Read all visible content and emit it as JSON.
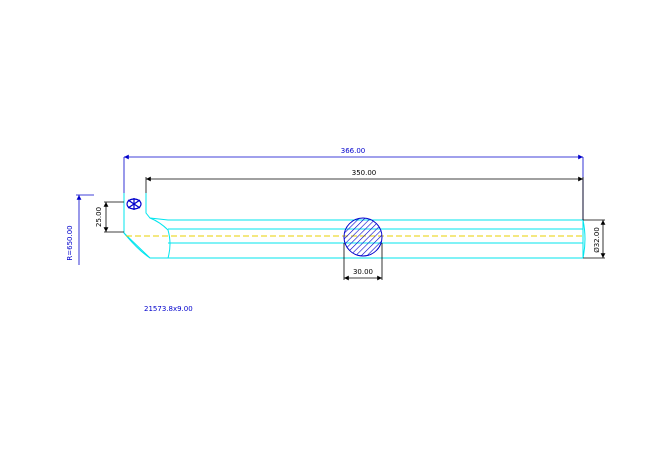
{
  "drawing": {
    "dimensions": {
      "overall_length": "366.00",
      "inner_length": "350.00",
      "section_width": "30.00",
      "end_height": "25.00",
      "diameter": "Ø32.00",
      "bend_radius": "R=650.00"
    },
    "part_number": "21573.8x9.00",
    "colors": {
      "outline": "#00e5ee",
      "centerline": "#e8d000",
      "dimension": "#000000",
      "overall_dimension": "#0000cc",
      "hatch": "#0000cc"
    }
  }
}
